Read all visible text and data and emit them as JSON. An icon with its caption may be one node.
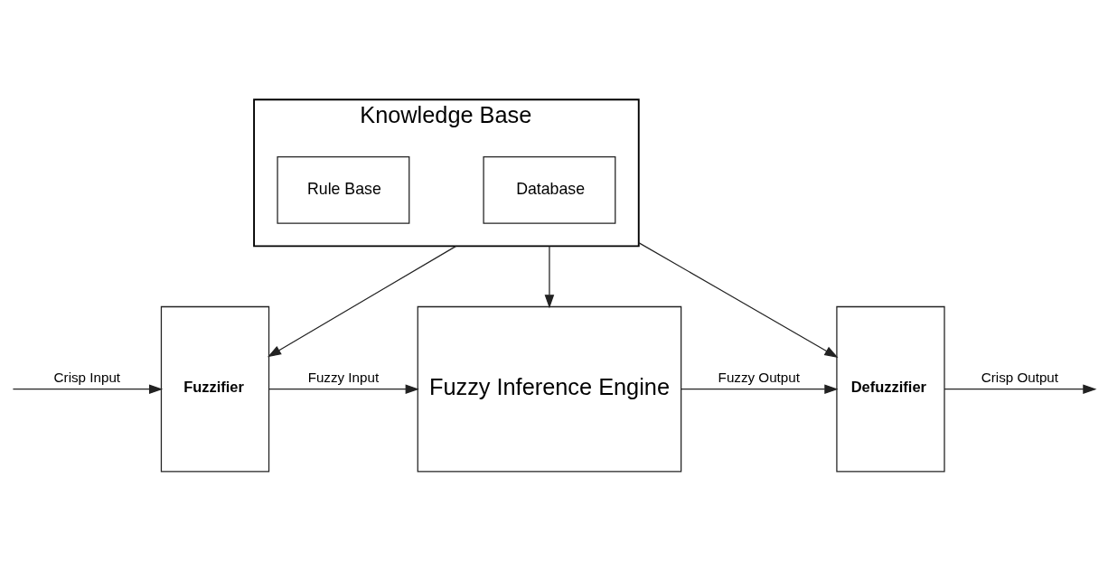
{
  "diagram": {
    "nodes": [
      {
        "text": [
          "Knowledge Base"
        ]
      },
      {
        "text": [
          "Database"
        ],
        "in": 0
      },
      {
        "text": [
          "Rule Base"
        ],
        "in": 0
      },
      {
        "text": [
          "Fuzzifier"
        ]
      },
      {
        "text": [
          "Fuzzy Inference Engine"
        ]
      },
      {
        "text": [
          "Defuzzifier"
        ]
      }
    ],
    "edges": [
      {
        "from": 0,
        "to": 3,
        "arrow": "to"
      },
      {
        "from": 0,
        "to": 4,
        "arrow": "to"
      },
      {
        "from": 0,
        "to": 5,
        "arrow": "to"
      },
      {
        "from": null,
        "to": 3,
        "arrow": "to",
        "label": "Crisp Input"
      },
      {
        "from": 3,
        "to": 4,
        "arrow": "to",
        "label": "Fuzzy Input"
      },
      {
        "from": 4,
        "to": 5,
        "arrow": "to",
        "label": "Fuzzy Output"
      },
      {
        "from": 5,
        "to": null,
        "arrow": "to",
        "label": "Crisp Output"
      }
    ]
  }
}
